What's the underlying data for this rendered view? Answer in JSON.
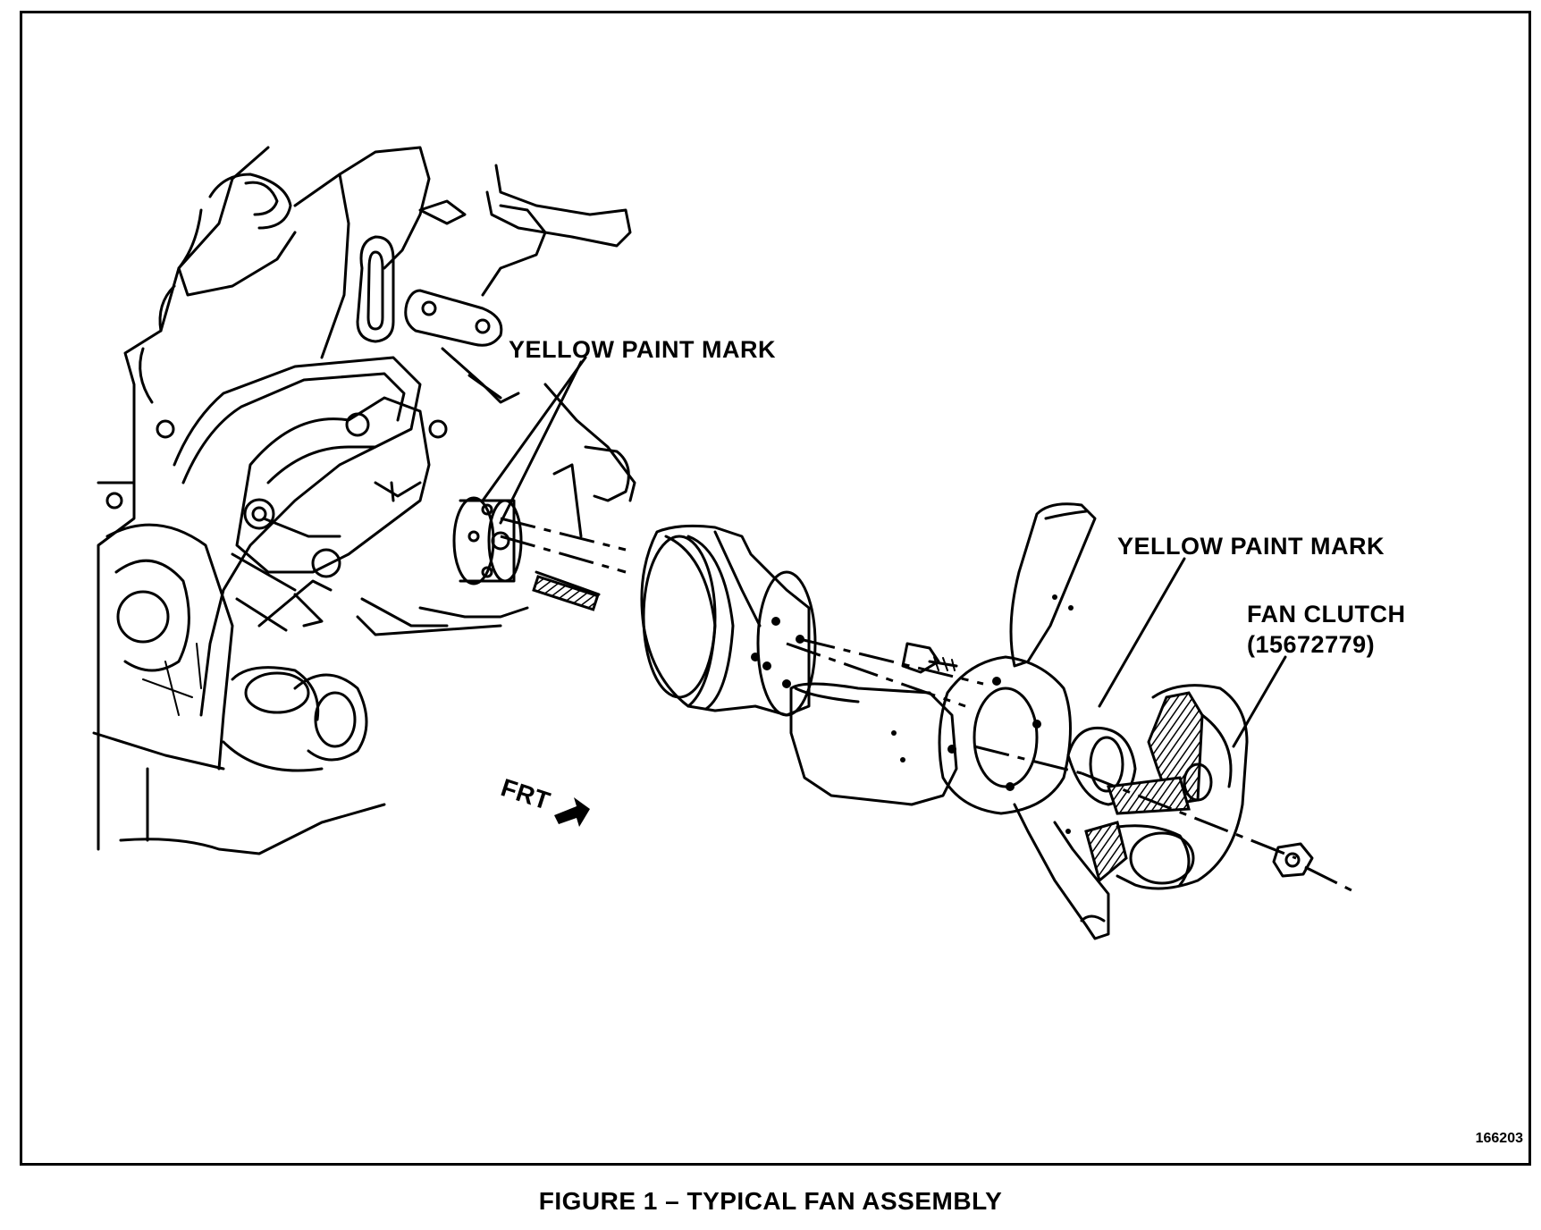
{
  "labels": {
    "paint_mark_pump": "YELLOW PAINT MARK",
    "paint_mark_clutch": "YELLOW PAINT MARK",
    "fan_clutch": "FAN CLUTCH",
    "fan_clutch_part": "(15672779)",
    "front_indicator": "FRT"
  },
  "figure_number": "166203",
  "caption": "FIGURE 1 – TYPICAL FAN ASSEMBLY"
}
